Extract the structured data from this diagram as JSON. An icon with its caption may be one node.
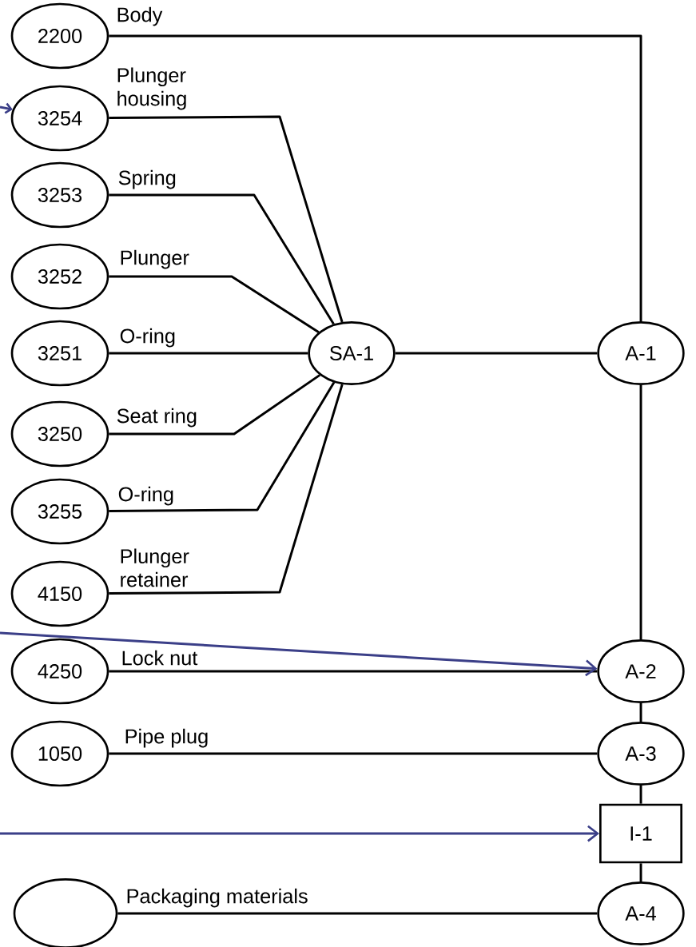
{
  "diagram": {
    "nodes": [
      {
        "text": [
          "2200"
        ]
      },
      {
        "text": [
          "3254"
        ]
      },
      {
        "text": [
          "3253"
        ]
      },
      {
        "text": [
          "3252"
        ]
      },
      {
        "text": [
          "3251"
        ]
      },
      {
        "text": [
          "3250"
        ]
      },
      {
        "text": [
          "3255"
        ]
      },
      {
        "text": [
          "4150"
        ]
      },
      {
        "text": [
          "SA-1"
        ]
      },
      {
        "text": [
          "A-1"
        ]
      },
      {
        "text": [
          "4250"
        ]
      },
      {
        "text": [
          "A-2"
        ]
      },
      {
        "text": [
          "1050"
        ]
      },
      {
        "text": [
          "A-3"
        ]
      },
      {
        "text": [
          "I-1"
        ]
      },
      {
        "text": [],
        "shape": "circle"
      },
      {
        "text": [
          "A-4"
        ]
      }
    ],
    "edges": [
      {
        "from": 0,
        "to": 9,
        "arrow": "none",
        "label": "Body"
      },
      {
        "from": 1,
        "to": 8,
        "arrow": "none",
        "label": "Plunger housing"
      },
      {
        "from": 2,
        "to": 8,
        "arrow": "none",
        "label": "Spring"
      },
      {
        "from": 3,
        "to": 8,
        "arrow": "none",
        "label": "Plunger"
      },
      {
        "from": 4,
        "to": 8,
        "arrow": "none",
        "label": "O-ring"
      },
      {
        "from": 5,
        "to": 8,
        "arrow": "none",
        "label": "Seat ring"
      },
      {
        "from": 6,
        "to": 8,
        "arrow": "none",
        "label": "O-ring"
      },
      {
        "from": 7,
        "to": 8,
        "arrow": "none",
        "label": "Plunger retainer"
      },
      {
        "from": 8,
        "to": 9,
        "arrow": "none"
      },
      {
        "from": 9,
        "to": 11,
        "arrow": "none"
      },
      {
        "from": 10,
        "to": 11,
        "arrow": "none",
        "label": "Lock nut"
      },
      {
        "from": 11,
        "to": 13,
        "arrow": "none"
      },
      {
        "from": 12,
        "to": 13,
        "arrow": "none",
        "label": "Pipe plug"
      },
      {
        "from": 13,
        "to": 14,
        "arrow": "none"
      },
      {
        "from": 14,
        "to": 16,
        "arrow": "none"
      },
      {
        "from": 15,
        "to": 16,
        "arrow": "none",
        "label": "Packaging materials"
      },
      {
        "from": null,
        "to": 1,
        "arrow": "to",
        "color": "#3b3f88"
      },
      {
        "from": null,
        "to": 11,
        "arrow": "to",
        "color": "#3b3f88"
      },
      {
        "from": null,
        "to": 14,
        "arrow": "to",
        "color": "#3b3f88"
      }
    ]
  }
}
